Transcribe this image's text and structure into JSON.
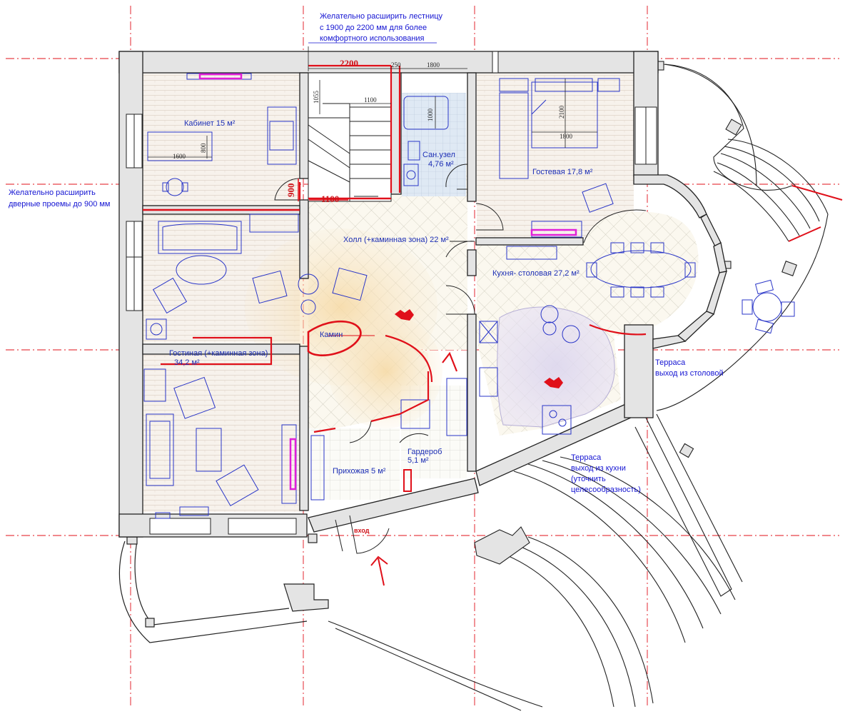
{
  "notes": {
    "stair": [
      "Желательно расширить лестницу",
      "с 1900 до 2200 мм для более",
      "комфортного использования"
    ],
    "doors": [
      "Желательно расширить",
      "дверные проемы до 900 мм"
    ],
    "terrace_dining": [
      "Терраса",
      "выход из столовой"
    ],
    "terrace_kitchen": [
      "Терраса",
      "выход из кухни",
      "(уточнить",
      "целесообразность)"
    ]
  },
  "rooms": {
    "office": "Кабинет 15 м²",
    "bath_1": "Сан.узел",
    "bath_2": "4,76 м²",
    "guest": "Гостевая 17,8 м²",
    "hall": "Холл (+каминная зона)  22 м²",
    "kitchen": "Кухня- столовая 27,2 м²",
    "fireplace": "Камин",
    "living_1": "Гостиная (+каминная зона)",
    "living_2": "34,2 м²",
    "wardrobe_1": "Гардероб",
    "wardrobe_2": "5,1 м²",
    "entry_hall": "Прихожая 5 м²",
    "entrance": "вход"
  },
  "dimensions": {
    "stair_width": "2200",
    "d250": "250",
    "d1800_top": "1800",
    "d1055": "1055",
    "d1100_stair": "1100",
    "d1000": "1000",
    "bed_w": "1800",
    "bed_l": "2100",
    "desk_w": "1600",
    "desk_d": "800",
    "door_900": "900",
    "door_1100": "1100"
  },
  "colors": {
    "wall": "#e4e4e4",
    "wall_stroke": "#222222",
    "furniture": "#2a36c8",
    "red": "#e0101a",
    "magenta": "#e020d8",
    "text_blue": "#1d2fb5",
    "guide": "#e0101a"
  }
}
